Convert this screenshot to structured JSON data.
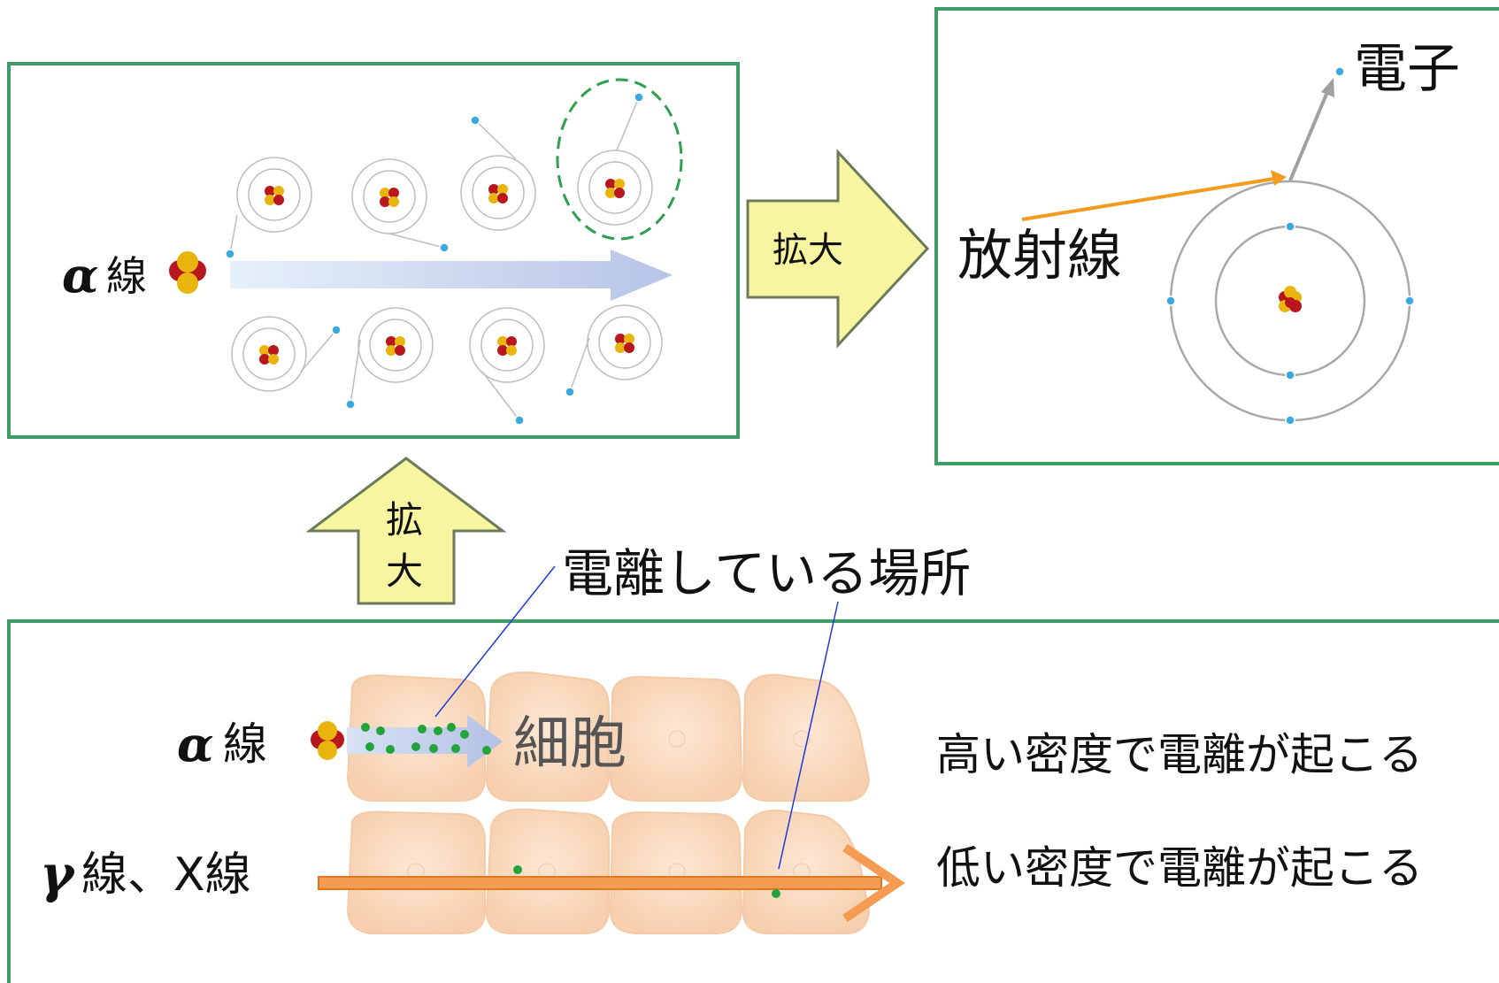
{
  "colors": {
    "panel_border": "#3f9d66",
    "zoom_arrow_fill": "#f8f5a0",
    "zoom_arrow_stroke": "#6b7a5a",
    "electron": "#39a9e0",
    "nucleus_proton": "#b8171e",
    "nucleus_neutron": "#e8b40d",
    "orbit": "#b8b8b8",
    "radiation_arrow": "#f29c1f",
    "ionization_dot": "#23a33a",
    "cell_fill": "#f9d8bc",
    "gamma_arrow": "#f59b52",
    "leader_line": "#1f3ad6",
    "dashed_circle": "#2e9f4e"
  },
  "top_left": {
    "greek": "α",
    "label": "線"
  },
  "top_right": {
    "radiation_label": "放射線",
    "electron_label": "電子"
  },
  "zoom_right_label": "拡大",
  "zoom_up_label_1": "拡",
  "zoom_up_label_2": "大",
  "ionization_label": "電離している場所",
  "bottom": {
    "alpha_greek": "α",
    "alpha_label": "線",
    "cell_label": "細胞",
    "gamma_greek": "γ",
    "gamma_label": "線、X線",
    "high_density": "高い密度で電離が起こる",
    "low_density": "低い密度で電離が起こる"
  },
  "icons": [
    "alpha-particle-icon",
    "atom-icon",
    "electron-icon",
    "cell-icon"
  ]
}
